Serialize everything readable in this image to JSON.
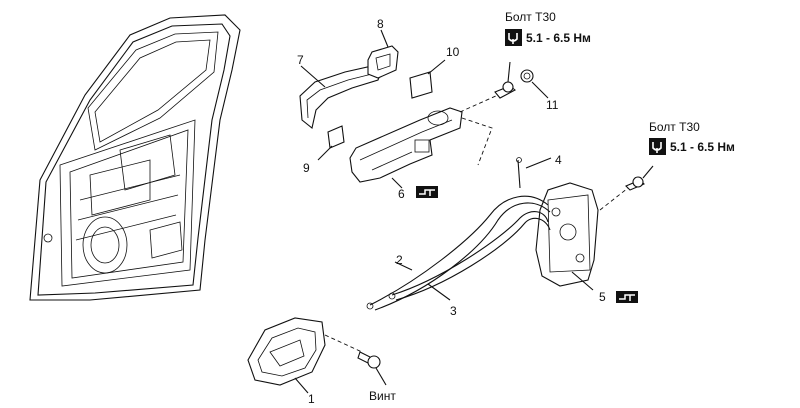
{
  "diagram": {
    "callouts": {
      "p1": "1",
      "p2": "2",
      "p3": "3",
      "p4": "4",
      "p5": "5",
      "p6": "6",
      "p7": "7",
      "p8": "8",
      "p9": "9",
      "p10": "10",
      "p11": "11"
    },
    "bolt_top": {
      "label": "Болт Т30",
      "torque": "5.1 - 6.5 Нм"
    },
    "bolt_right": {
      "label": "Болт Т30",
      "torque": "5.1 - 6.5 Нм"
    },
    "screw_label": "Винт",
    "icons": {
      "torque_wrench": "torque-wrench-icon",
      "grease": "grease-icon"
    }
  }
}
